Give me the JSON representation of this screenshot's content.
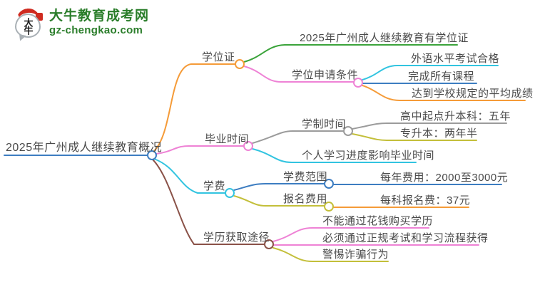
{
  "logo": {
    "icon_text": "大牛",
    "site_name": "大牛教育成考网",
    "site_url": "gz-chengkao.com"
  },
  "colors": {
    "blue": "#3d7dc1",
    "orange": "#f59b38",
    "green": "#3aa33a",
    "pink": "#ee82d5",
    "cyan": "#32c4e0",
    "gray": "#9b9b9b",
    "olive": "#c3bf3a",
    "brown": "#8a5248",
    "logo_green": "#2a7d2a",
    "logo_red": "#cf2b20",
    "text": "#4a4a4a"
  },
  "mindmap": {
    "root": {
      "label": "2025年广州成人继续教育概况"
    },
    "branches": [
      {
        "label": "学位证",
        "children": [
          {
            "label": "2025年广州成人继续教育有学位证"
          },
          {
            "label": "学位申请条件",
            "children": [
              {
                "label": "外语水平考试合格"
              },
              {
                "label": "完成所有课程"
              },
              {
                "label": "达到学校规定的平均成绩"
              }
            ]
          }
        ]
      },
      {
        "label": "毕业时间",
        "children": [
          {
            "label": "学制时间",
            "children": [
              {
                "label": "高中起点升本科：五年"
              },
              {
                "label": "专升本：两年半"
              }
            ]
          },
          {
            "label": "个人学习进度影响毕业时间"
          }
        ]
      },
      {
        "label": "学费",
        "children": [
          {
            "label": "学费范围",
            "children": [
              {
                "label": "每年费用：2000至3000元"
              }
            ]
          },
          {
            "label": "报名费用",
            "children": [
              {
                "label": "每科报名费：37元"
              }
            ]
          }
        ]
      },
      {
        "label": "学历获取途径",
        "children": [
          {
            "label": "不能通过花钱购买学历"
          },
          {
            "label": "必须通过正规考试和学习流程获得"
          },
          {
            "label": "警惕诈骗行为"
          }
        ]
      }
    ]
  }
}
